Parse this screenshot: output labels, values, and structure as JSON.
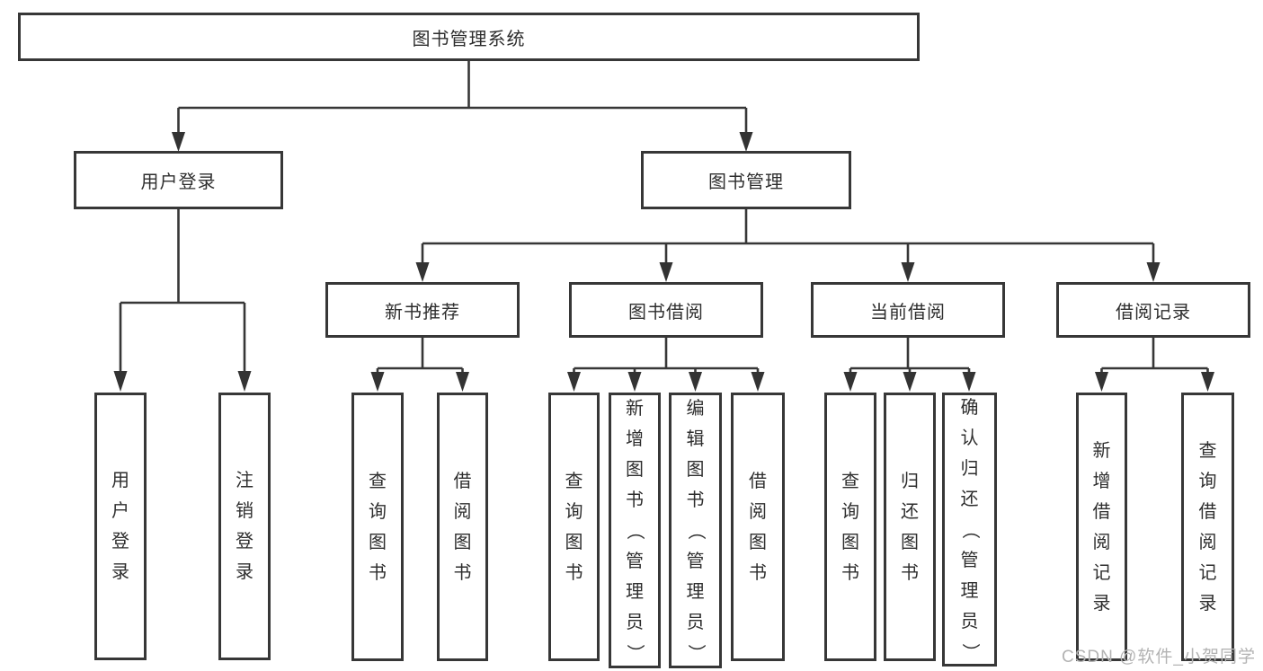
{
  "diagram": {
    "kind": "functional-structure-tree",
    "title": "图书管理系统",
    "colors": {
      "background": "#ffffff",
      "box_border": "#373737",
      "connector_line": "#373737",
      "text": "#2e2e2e",
      "watermark": "#b3b3b3"
    },
    "tree": {
      "root": "图书管理系统",
      "children": [
        {
          "label": "用户登录",
          "children": [
            "用户登录",
            "注销登录"
          ]
        },
        {
          "label": "图书管理",
          "children": [
            {
              "label": "新书推荐",
              "children": [
                "查询图书",
                "借阅图书"
              ]
            },
            {
              "label": "图书借阅",
              "children": [
                "查询图书",
                "新增图书（管理员）",
                "编辑图书（管理员）",
                "借阅图书"
              ]
            },
            {
              "label": "当前借阅",
              "children": [
                "查询图书",
                "归还图书",
                "确认归还（管理员）"
              ]
            },
            {
              "label": "借阅记录",
              "children": [
                "新增借阅记录",
                "查询借阅记录"
              ]
            }
          ]
        }
      ]
    }
  },
  "nodes": {
    "root": {
      "label": "图书管理系统"
    },
    "user_login": {
      "label": "用户登录"
    },
    "book_management": {
      "label": "图书管理"
    },
    "new_book_recommend": {
      "label": "新书推荐"
    },
    "book_borrowing": {
      "label": "图书借阅"
    },
    "current_borrowing": {
      "label": "当前借阅"
    },
    "borrowing_records": {
      "label": "借阅记录"
    },
    "leaf_user_login": {
      "label": "用户登录"
    },
    "leaf_logout": {
      "label": "注销登录"
    },
    "leaf_query_books_1": {
      "label": "查询图书"
    },
    "leaf_borrow_books_1": {
      "label": "借阅图书"
    },
    "leaf_query_books_2": {
      "label": "查询图书"
    },
    "leaf_add_books_admin": {
      "label": "新增图书（管理员）"
    },
    "leaf_edit_books_admin": {
      "label": "编辑图书（管理员）"
    },
    "leaf_borrow_books_2": {
      "label": "借阅图书"
    },
    "leaf_query_books_3": {
      "label": "查询图书"
    },
    "leaf_return_books": {
      "label": "归还图书"
    },
    "leaf_confirm_return_admin": {
      "label": "确认归还（管理员）"
    },
    "leaf_add_borrow_record": {
      "label": "新增借阅记录"
    },
    "leaf_query_borrow_record": {
      "label": "查询借阅记录"
    }
  },
  "watermark": {
    "text": "CSDN @软件_小贺同学"
  }
}
